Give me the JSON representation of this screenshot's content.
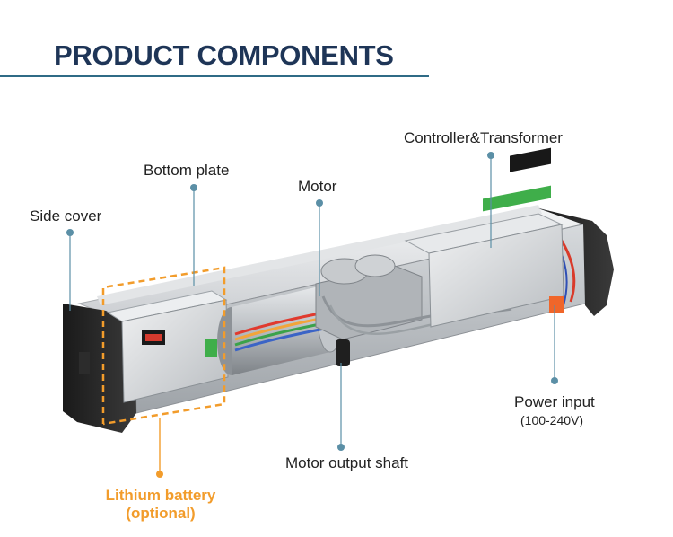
{
  "title": "PRODUCT COMPONENTS",
  "labels": {
    "side_cover": "Side cover",
    "bottom_plate": "Bottom plate",
    "motor": "Motor",
    "controller": "Controller&Transformer",
    "power_input": "Power input",
    "power_range": "(100-240V)",
    "motor_shaft": "Motor output shaft",
    "battery_line1": "Lithium battery",
    "battery_line2": "(optional)"
  },
  "colors": {
    "title": "#1e3557",
    "accent_line": "#2f6b86",
    "callout_blue": "#5b8fa6",
    "callout_orange": "#f29c2b"
  }
}
